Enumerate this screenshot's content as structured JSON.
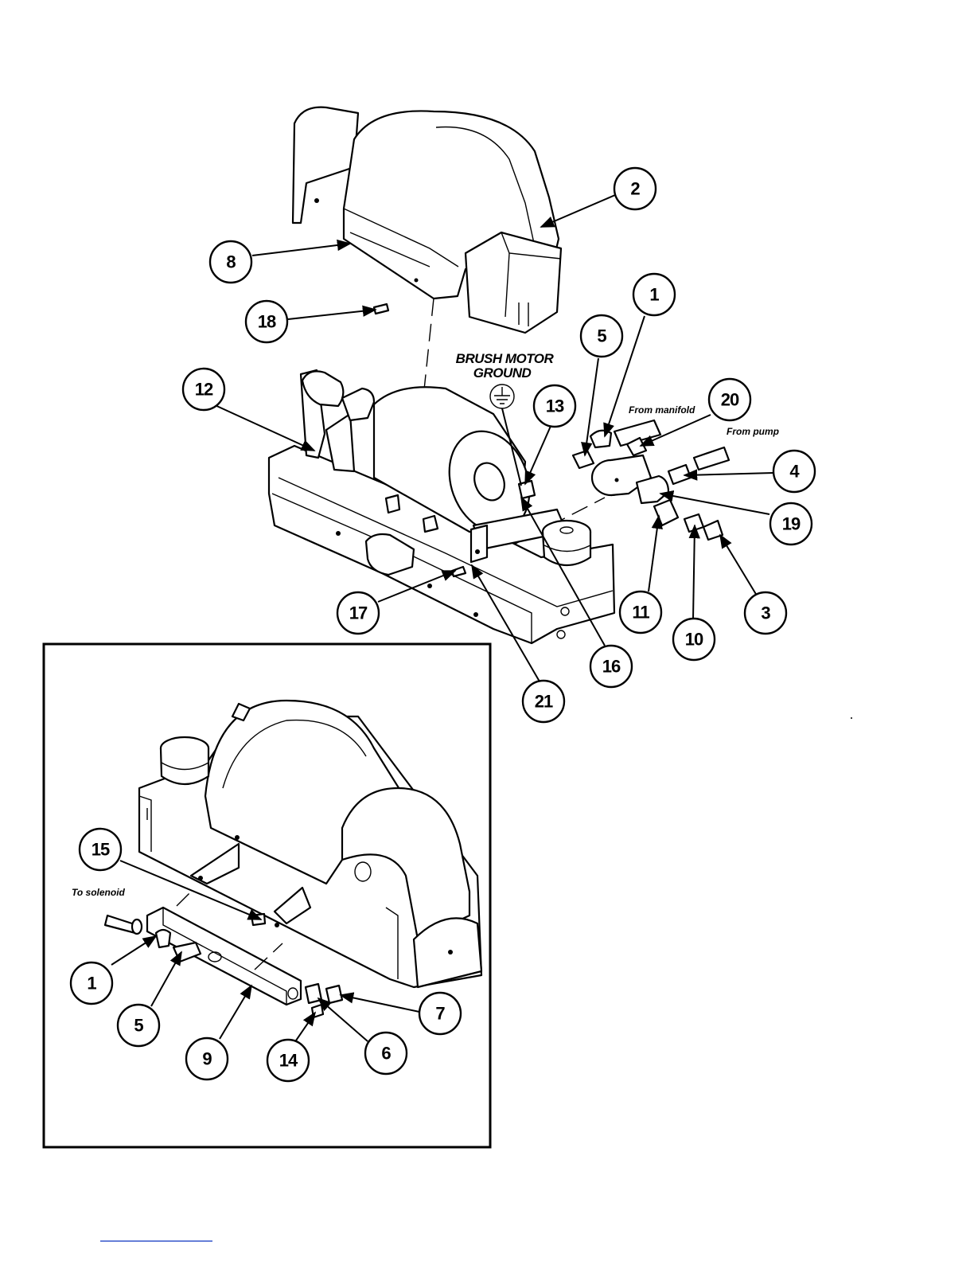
{
  "labels": {
    "brush_motor": "BRUSH MOTOR",
    "ground": "GROUND",
    "from_manifold": "From manifold",
    "from_pump": "From pump",
    "to_solenoid": "To solenoid"
  },
  "callouts_main": [
    "2",
    "8",
    "18",
    "1",
    "5",
    "20",
    "12",
    "13",
    "4",
    "19",
    "17",
    "11",
    "10",
    "3",
    "16",
    "21"
  ],
  "callouts_inset": [
    "15",
    "1",
    "5",
    "9",
    "14",
    "6",
    "7"
  ],
  "colors": {
    "line": "#000000",
    "paper": "#ffffff",
    "footer_rule": "#3355cc"
  },
  "icons": {
    "ground": "electrical-ground-icon"
  }
}
